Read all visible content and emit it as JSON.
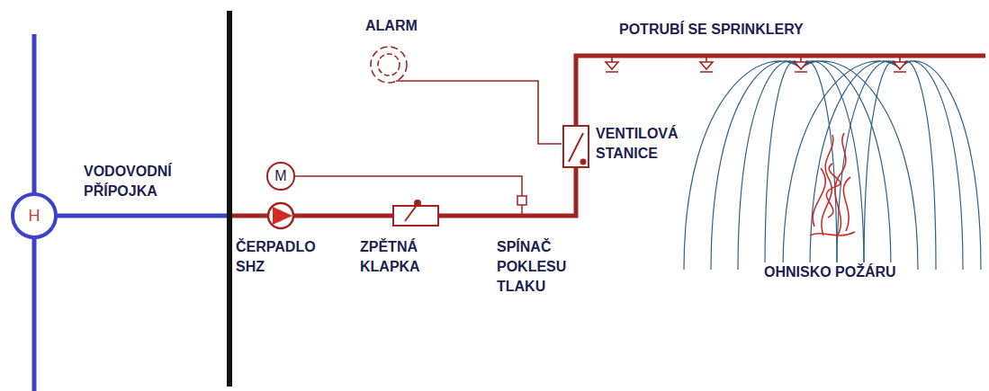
{
  "diagram": {
    "nodes": [
      {
        "text": [
          "H"
        ]
      },
      {
        "text": [
          "M"
        ]
      }
    ],
    "labels": [
      "ALARM",
      "POTRUBÍ SE SPRINKLERY",
      "VODOVODNÍ PŘÍPOJKA",
      "VENTILOVÁ STANICE",
      "ČERPADLO SHZ",
      "ZPĚTNÁ KLAPKA",
      "SPÍNAČ POKLESU TLAKU",
      "OHNISKO POŽÁRU"
    ]
  }
}
